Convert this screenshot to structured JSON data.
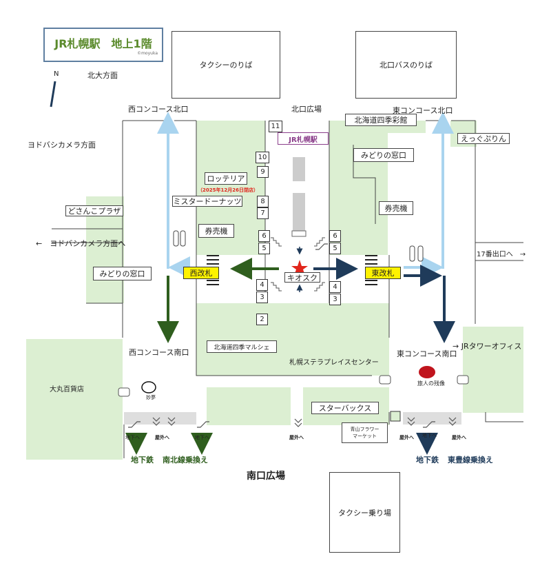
{
  "title": "JR札幌駅　地上1階",
  "credit": "©moyuka",
  "north": {
    "letter": "N",
    "direction": "北大方面"
  },
  "taxi_north": "タクシーのりば",
  "bus_north": "北口バスのりば",
  "taxi_south": "タクシー乗り場",
  "plazas": {
    "north": "北口広場",
    "south": "南口広場"
  },
  "concourse": {
    "west_north": "西コンコース北口",
    "east_north": "東コンコース北口",
    "west_south": "西コンコース南口",
    "east_south": "東コンコース南口"
  },
  "directions": {
    "yodobashi": "ヨドバシカメラ方面",
    "yodobashi_to": "←　ヨドバシカメラ方面へ",
    "exit17": "17番出口へ　→",
    "jr_tower": "→ JRタワーオフィス"
  },
  "shops": {
    "hokkaido_shiki": "北海道四季彩館",
    "ecchu": "えっぐぷりん",
    "midori_east": "みどりの窓口",
    "ticket_east": "券売機",
    "lotteria": "ロッテリア",
    "lotteria_note": "（2025年12月26日閉店）",
    "misdo": "ミスタードーナッツ",
    "ticket_west": "券売機",
    "dosanko": "どさんこプラザ",
    "midori_west": "みどりの窓口",
    "kiosk": "キオスク",
    "marche": "北海道四季マルシェ",
    "stellar": "札幌ステラプレイスセンター",
    "daimaru": "大丸百貨店",
    "starbucks": "スターバックス",
    "aoyama": "青山フラワー\nマーケット",
    "statue": "旅人の残像",
    "myomu": "妙夢"
  },
  "station_label": "JR札幌駅",
  "gates": {
    "west": "西改札",
    "east": "東改札"
  },
  "platforms": [
    "11",
    "10",
    "9",
    "8",
    "7",
    "6",
    "5",
    "4",
    "3",
    "2",
    "6",
    "5",
    "4",
    "3"
  ],
  "underground": {
    "to_b1": "地下へ",
    "outside": "屋外へ",
    "subway": "地下鉄",
    "namboku": "南北線乗換え",
    "toho": "東豊線乗換え"
  },
  "colors": {
    "green_area": "#dcefd2",
    "light_blue": "#a9d4ef",
    "dark_green": "#2f5e1e",
    "navy": "#1f3b5a",
    "gate": "#fff200",
    "red": "#e1261c",
    "title_green": "#5a8a2b"
  }
}
